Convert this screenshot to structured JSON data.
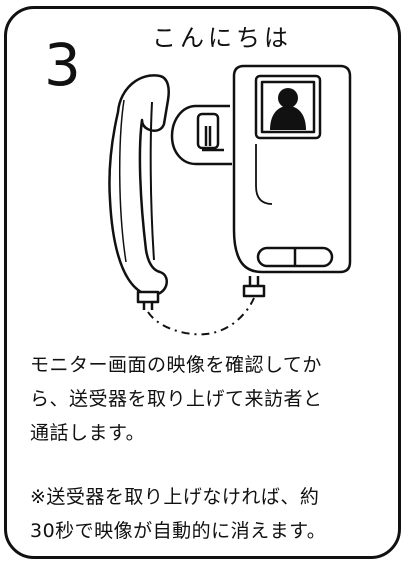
{
  "card": {
    "step_number": "3",
    "title": "こんにちは",
    "instruction_lines": [
      "モニター画面の映像を確認してか",
      "ら、送受器を取り上げて来訪者と",
      "通話します。"
    ],
    "note_lines": [
      "※送受器を取り上げなければ、約",
      "30秒で映像が自動的に消えます。"
    ]
  },
  "illustration": {
    "handset_icon": "telephone-handset-icon",
    "door_phone_icon": "video-door-phone-icon",
    "visitor_icon": "visitor-silhouette-icon",
    "cord_icon": "coiled-cord-icon"
  },
  "colors": {
    "ink": "#111111",
    "paper": "#ffffff"
  }
}
